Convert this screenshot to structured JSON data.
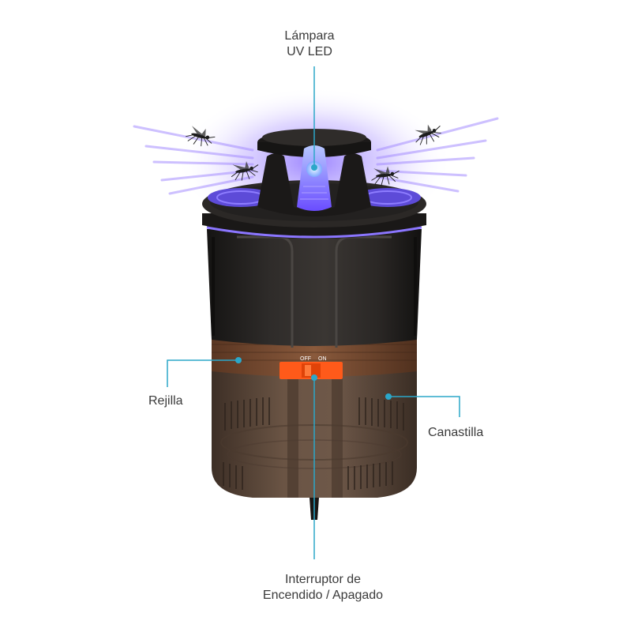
{
  "title": "",
  "colors": {
    "leader": "#2ba7c9",
    "uv_glow": "#8d6bff",
    "body_dark": "#262422",
    "basket": "#5a4435",
    "switch": "#ff5a1a"
  },
  "icons": [
    "mosquito-icon"
  ],
  "callouts": {
    "uv_lamp": {
      "line1": "Lámpara",
      "line2": "UV LED"
    },
    "grid": {
      "text": "Rejilla"
    },
    "basket": {
      "text": "Canastilla"
    },
    "switch": {
      "line1": "Interruptor de",
      "line2": "Encendido / Apagado"
    }
  },
  "switch": {
    "off": "OFF",
    "on": "ON"
  }
}
